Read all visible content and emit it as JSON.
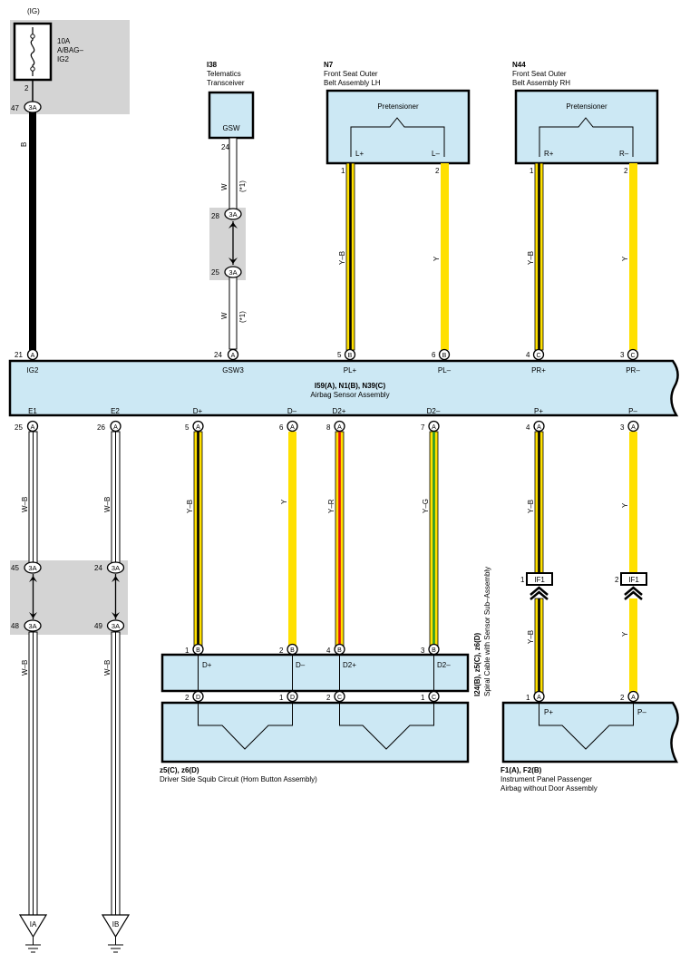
{
  "fuse": {
    "ig": "(IG)",
    "rating": "10A",
    "name1": "A/BAG–",
    "name2": "IG2"
  },
  "components": {
    "i38": {
      "code": "I38",
      "line1": "Telematics",
      "line2": "Transceiver",
      "pin": "GSW"
    },
    "n7": {
      "code": "N7",
      "line1": "Front Seat Outer",
      "line2": "Belt Assembly LH",
      "inner": "Pretensioner",
      "pin_a": "L+",
      "pin_b": "L–"
    },
    "n44": {
      "code": "N44",
      "line1": "Front Seat Outer",
      "line2": "Belt Assembly RH",
      "inner": "Pretensioner",
      "pin_a": "R+",
      "pin_b": "R–"
    },
    "ecu": {
      "code": "I59(A), N1(B), N39(C)",
      "name": "Airbag Sensor Assembly",
      "top_pins": [
        "IG2",
        "GSW3",
        "PL+",
        "PL–",
        "PR+",
        "PR–"
      ],
      "bottom_pins": [
        "E1",
        "E2",
        "D+",
        "D–",
        "D2+",
        "D2–",
        "P+",
        "P–"
      ]
    },
    "spiral": {
      "code": "I24(B), z5(C), z6(D)",
      "name": "Spiral Cable with Sensor Sub–Assembly",
      "pins": [
        "D+",
        "D–",
        "D2+",
        "D2–"
      ]
    },
    "squib": {
      "code": "z5(C), z6(D)",
      "name": "Driver Side Squib Circuit (Horn Button Assembly)"
    },
    "passenger": {
      "code": "F1(A), F2(B)",
      "name1": "Instrument Panel Passenger",
      "name2": "Airbag without Door Assembly",
      "pin_a": "P+",
      "pin_b": "P–"
    }
  },
  "connectors": {
    "3a": "3A",
    "if1": "IF1",
    "ia": "IA",
    "ib": "IB"
  },
  "wire_colors": {
    "b": "B",
    "w": "W",
    "yb": "Y–B",
    "y": "Y",
    "wb": "W–B",
    "yr": "Y–R",
    "yg": "Y–G",
    "note": "(*1)"
  },
  "pin_numbers": {
    "fuse_out": "2",
    "j47": "47",
    "gsw_out": "24",
    "j28": "28",
    "j25": "25",
    "n7_1": "1",
    "n7_2": "2",
    "n44_1": "1",
    "n44_2": "2",
    "e21": "21",
    "e24": "24",
    "e5": "5",
    "e6": "6",
    "e4": "4",
    "e3": "3",
    "b25": "25",
    "b26": "26",
    "b5": "5",
    "b6": "6",
    "b8": "8",
    "b7": "7",
    "b4": "4",
    "b3": "3",
    "j45": "45",
    "j24": "24",
    "j48": "48",
    "j49": "49",
    "sp1": "1",
    "sp2": "2",
    "sp4": "4",
    "sp3": "3",
    "sq2": "2",
    "sq1": "1",
    "sq2b": "2",
    "sq1b": "1",
    "if1a": "1",
    "if1b": "2",
    "pa1": "1",
    "pa2": "2"
  },
  "connector_letters": {
    "a": "A",
    "b": "B",
    "c": "C",
    "d": "D"
  },
  "colors": {
    "yellow": "#ffe000",
    "red": "#e01010",
    "green": "#2a9a2a",
    "box_fill": "#cce8f4",
    "shade": "#d4d4d4"
  }
}
